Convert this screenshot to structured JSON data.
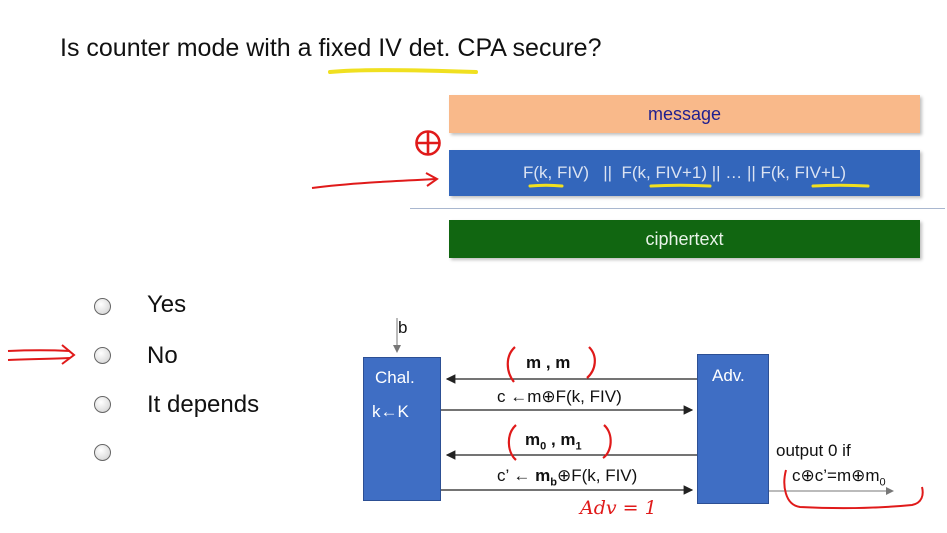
{
  "title": {
    "text": "Is counter mode with a fixed IV  det. CPA secure?"
  },
  "diagram": {
    "message_label": "message",
    "prf_label": "F(k, FIV)   ||  F(k, FIV+1) || … || F(k, FIV+L)",
    "ciphertext_label": "ciphertext",
    "xor_symbol": "⊕"
  },
  "options": [
    {
      "label": "Yes"
    },
    {
      "label": "No"
    },
    {
      "label": "It depends"
    },
    {
      "label": ""
    }
  ],
  "game": {
    "b_label": "b",
    "chal_label": "Chal.",
    "key_label": "k←K",
    "adv_label": "Adv.",
    "query1": "m , m",
    "response1": "c ←m⊕F(k, FIV)",
    "query2_m0": "m",
    "query2_m0_sub": "0",
    "query2_sep": " , ",
    "query2_m1": "m",
    "query2_m1_sub": "1",
    "response2_prefix": "c’ ← ",
    "response2_m": "m",
    "response2_sub": "b",
    "response2_suffix": "⊕F(k, FIV)",
    "output_line1": "output 0 if",
    "output_line2_prefix": "c⊕c’=m⊕m",
    "output_line2_sub": "0",
    "annotation": "Adv = 1"
  },
  "colors": {
    "message_bar": "#f9b98a",
    "prf_bar": "#3366bb",
    "ciphertext_bar": "#116611",
    "box": "#3f6ec4",
    "annotation_red": "#e01a1a",
    "highlight_yellow": "#f0e020"
  }
}
